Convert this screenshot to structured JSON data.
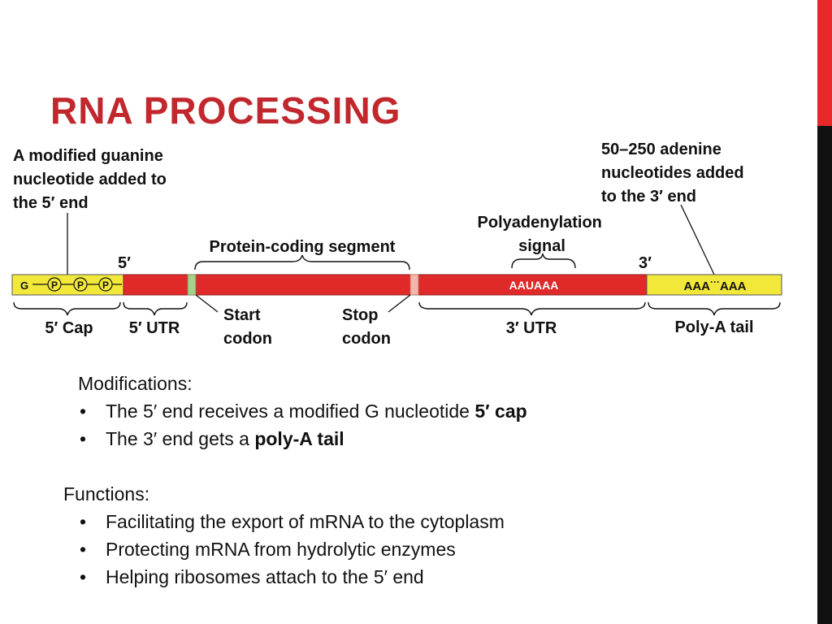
{
  "slide": {
    "title": "RNA PROCESSING",
    "accent_color": "#c0282d",
    "edge_colors": [
      "#e8282b",
      "#111111"
    ]
  },
  "diagram": {
    "cap_annotation": [
      "A modified guanine",
      "nucleotide added to",
      "the 5′ end"
    ],
    "tail_annotation": [
      "50–250 adenine",
      "nucleotides added",
      "to the 3′ end"
    ],
    "coding_label": "Protein-coding segment",
    "polya_signal_label": [
      "Polyadenylation",
      "signal"
    ],
    "end5": "5′",
    "end3": "3′",
    "cap_g": "G",
    "phosphate": "P",
    "signal_seq": "AAUAAA",
    "tail_seq_a": "AAA",
    "tail_seq_dots": "···",
    "tail_seq_b": "AAA",
    "cap_label": "5′ Cap",
    "utr5_label": "5′ UTR",
    "start_codon": [
      "Start",
      "codon"
    ],
    "stop_codon": [
      "Stop",
      "codon"
    ],
    "utr3_label": "3′ UTR",
    "polya_tail_label": "Poly-A tail",
    "colors": {
      "cap": "#f2e83a",
      "rna": "#e02a2a",
      "start": "#a8d08d",
      "stop": "#f4b6a8"
    }
  },
  "notes": {
    "modifications_heading": "Modifications:",
    "mods": [
      {
        "pre": "The 5′ end receives a modified G nucleotide ",
        "bold": "5′ cap"
      },
      {
        "pre": "The 3′ end gets a ",
        "bold": "poly-A tail"
      }
    ],
    "functions_heading": "Functions:",
    "functions": [
      "Facilitating the export of mRNA to the cytoplasm",
      "Protecting mRNA from hydrolytic enzymes",
      "Helping ribosomes attach to the 5′ end"
    ],
    "bullet": "•"
  }
}
